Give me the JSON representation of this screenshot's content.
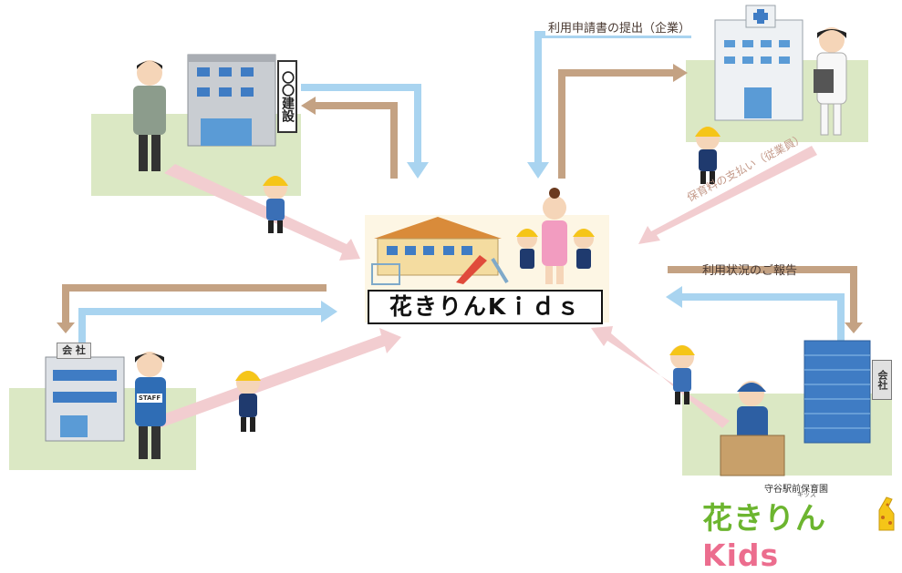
{
  "center_box": {
    "title": "花きりんKｉｄｓ"
  },
  "labels": {
    "application": "利用申請書の提出（企業）",
    "payment": "保育料の支払い（従業員）",
    "report": "利用状況のご報告"
  },
  "signs": {
    "construction": "〇〇建設",
    "company_left": "会 社",
    "company_right": "会社",
    "staff_badge": "STAFF"
  },
  "logo": {
    "subtitle": "守谷駅前保育園",
    "name": "花きりんKids",
    "name_part1": "花きりん",
    "name_part2": "Kids",
    "ruby": "キッズ"
  },
  "colors": {
    "arrow_blue": "#a9d4f0",
    "arrow_brown": "#c4a283",
    "arrow_pink": "#f2cdd0",
    "ground_green": "#dbe8c4",
    "logo_green": "#6cb52f",
    "logo_pink": "#ec6d8e",
    "logo_blue": "#3a9ad9"
  }
}
